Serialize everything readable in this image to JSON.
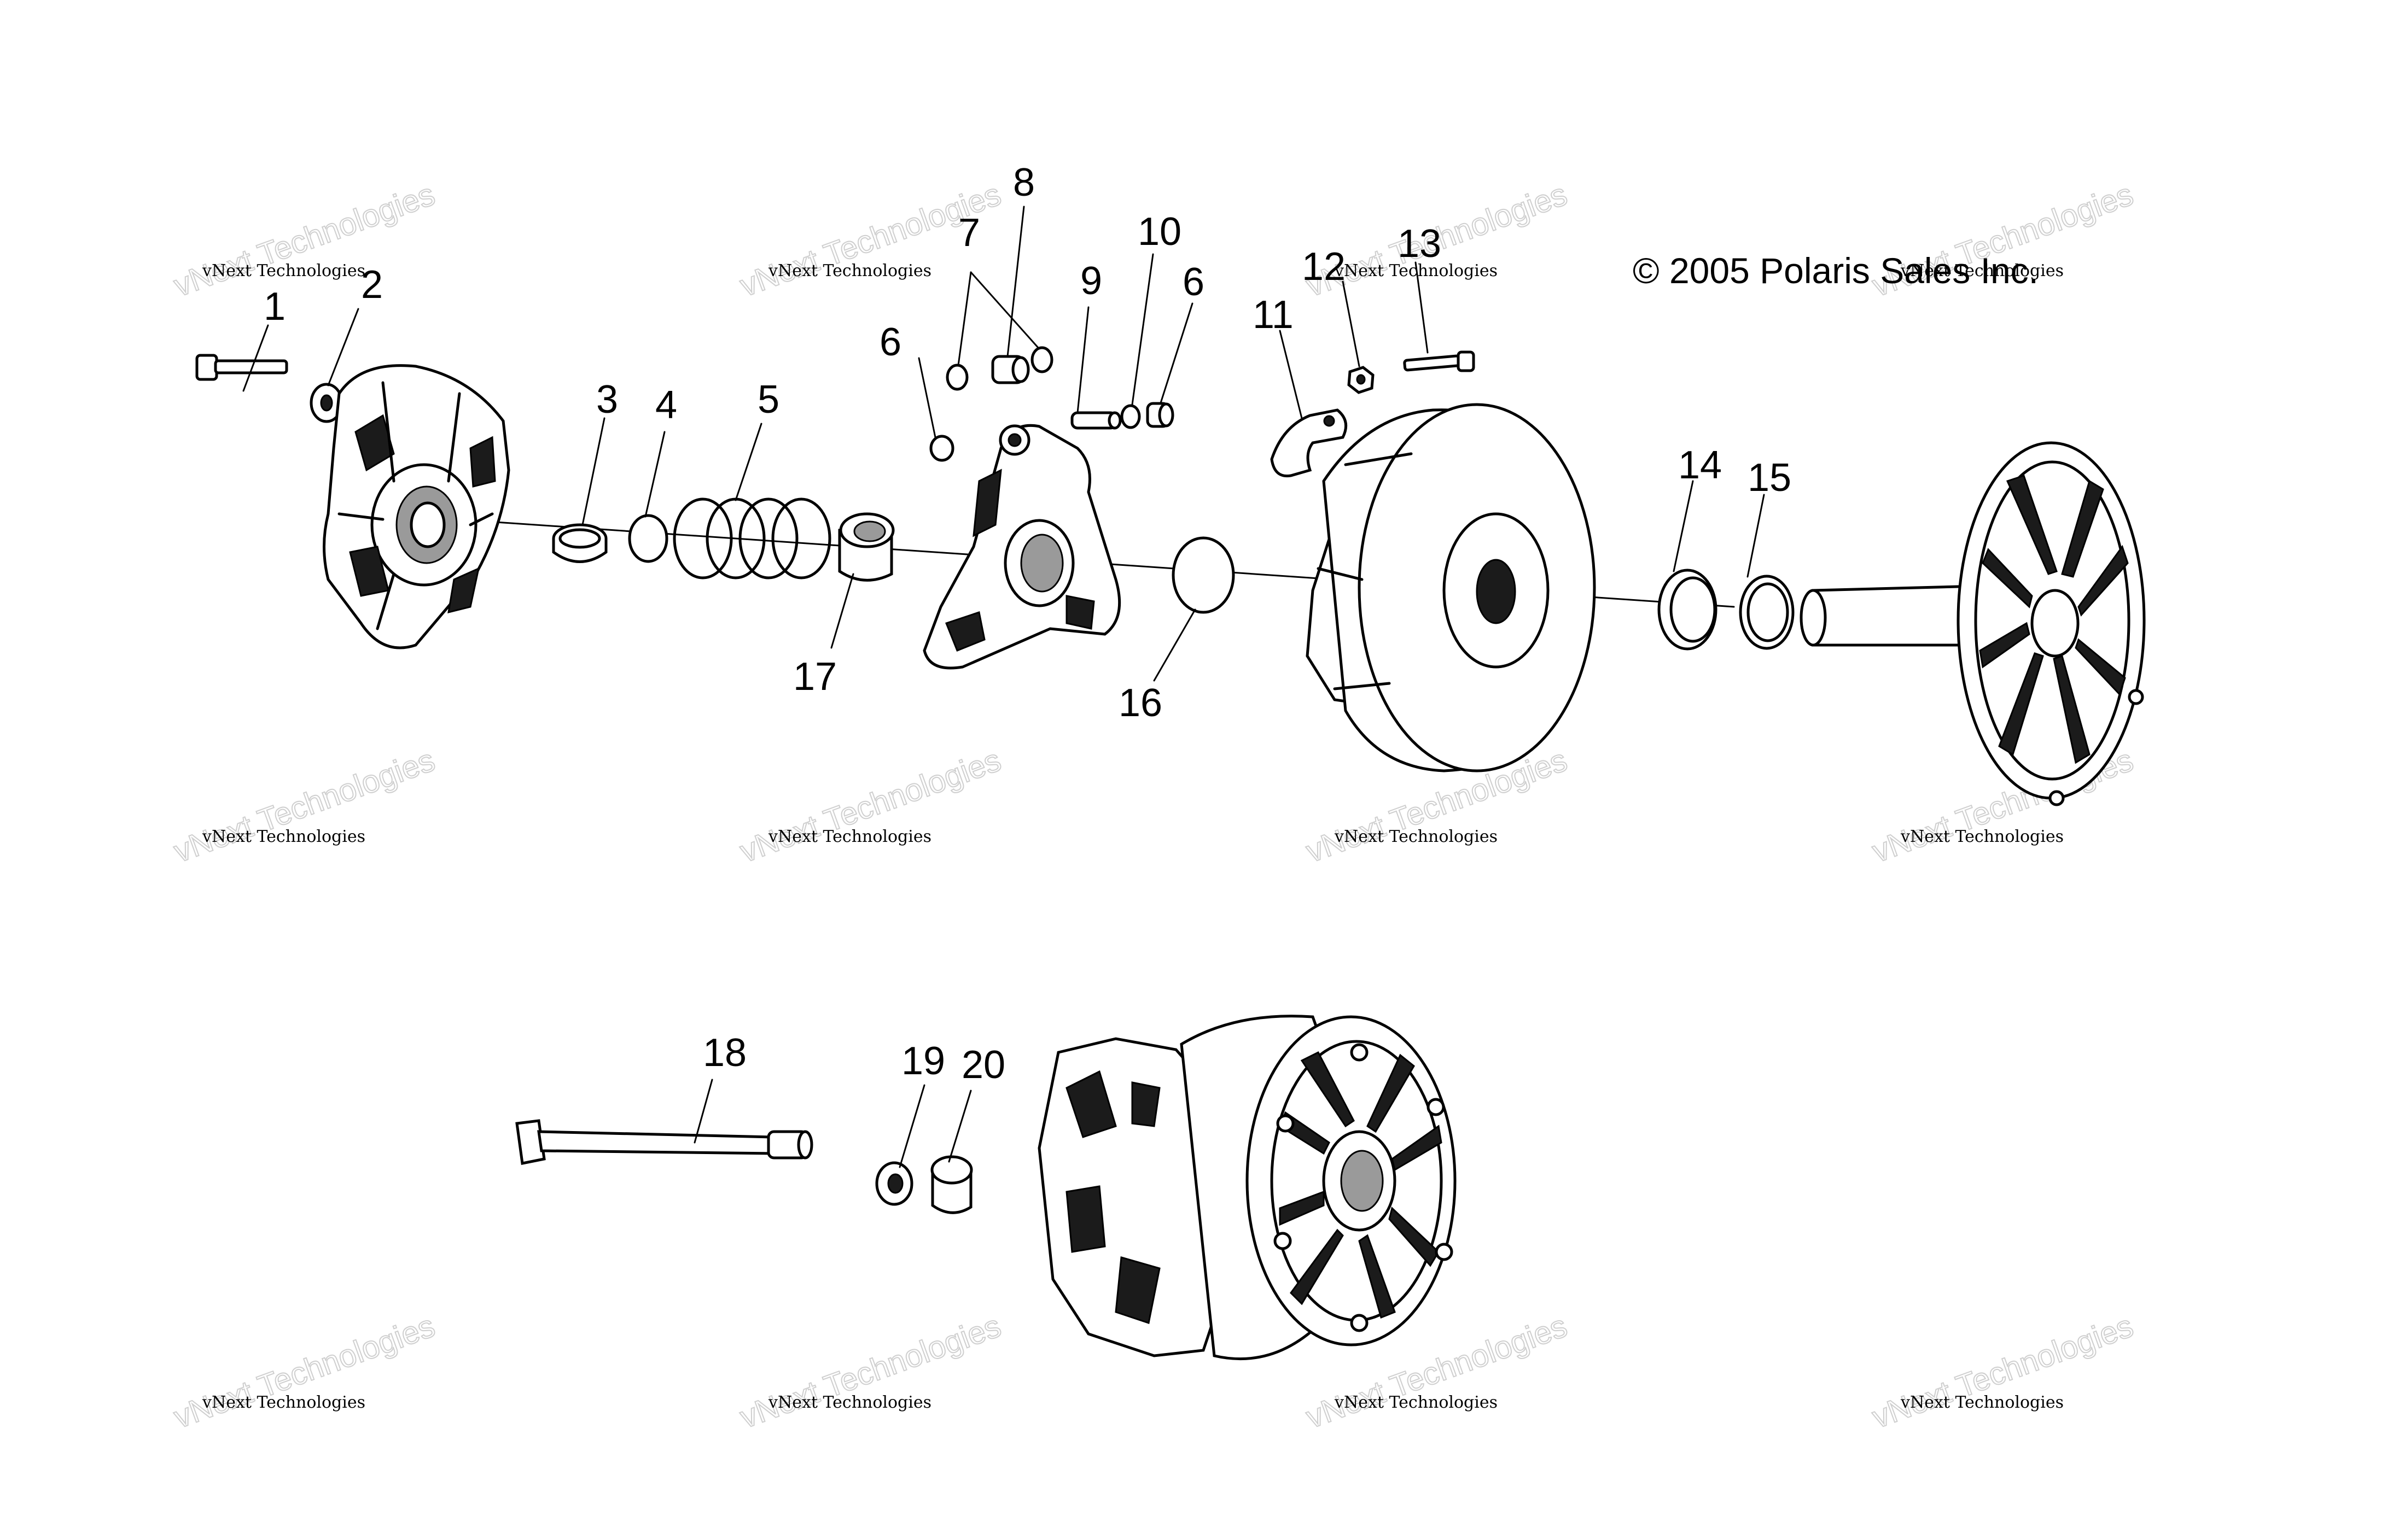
{
  "copyright": "© 2005 Polaris Sales Inc.",
  "watermark": {
    "line1": "vNext Technologies",
    "line2": "vNext Technologies"
  },
  "callouts": {
    "c1": "1",
    "c2": "2",
    "c3": "3",
    "c4": "4",
    "c5": "5",
    "c6a": "6",
    "c6b": "6",
    "c7": "7",
    "c8": "8",
    "c9": "9",
    "c10": "10",
    "c11": "11",
    "c12": "12",
    "c13": "13",
    "c14": "14",
    "c15": "15",
    "c16": "16",
    "c17": "17",
    "c18": "18",
    "c19": "19",
    "c20": "20"
  },
  "colors": {
    "ink": "#000000",
    "background": "#ffffff",
    "watermark": "#cfcfcf"
  }
}
